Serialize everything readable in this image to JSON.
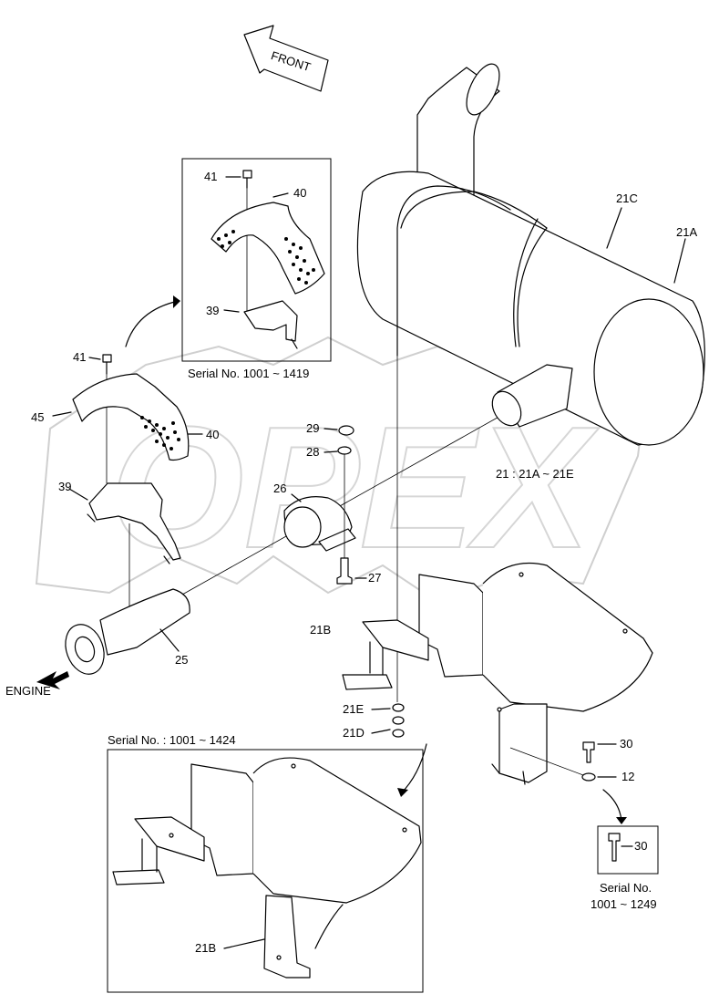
{
  "diagram": {
    "watermark": "OPEX",
    "front_label": "FRONT",
    "engine_label": "ENGINE",
    "group_note": "21 : 21A ~ 21E",
    "serial_notes": {
      "top_inset": "Serial No. 1001 ~ 1419",
      "bottom_inset": "Serial No. : 1001 ~ 1424",
      "bolt_inset_line1": "Serial No.",
      "bolt_inset_line2": "1001 ~ 1249"
    },
    "parts": {
      "p21a": "21A",
      "p21c": "21C",
      "p21b_main": "21B",
      "p21b_inset": "21B",
      "p21e": "21E",
      "p21d": "21D",
      "p25": "25",
      "p26": "26",
      "p27": "27",
      "p28": "28",
      "p29": "29",
      "p30_main": "30",
      "p30_inset": "30",
      "p12": "12",
      "p39_main": "39",
      "p39_inset": "39",
      "p40_main": "40",
      "p40_inset": "40",
      "p41_main": "41",
      "p41_inset": "41",
      "p45": "45"
    }
  }
}
